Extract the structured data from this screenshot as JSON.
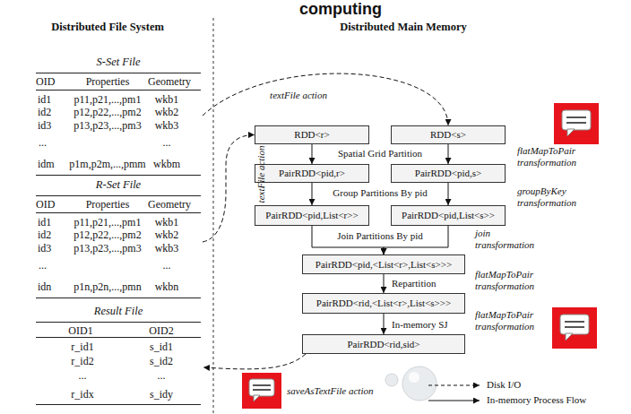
{
  "diagram": {
    "title": "computing",
    "nodes": [
      {
        "text": [
          "S-Set File",
          "OID",
          "Properties",
          "Geometry",
          "id1",
          "p11,p21,...,pm1",
          "wkb1",
          "id2",
          "p12,p22,...,pm2",
          "wkb2",
          "id3",
          "p13,p23,...,pm3",
          "wkb3",
          "...",
          "...",
          "idm",
          "p1m,p2m,...,pmm",
          "wkbm"
        ]
      },
      {
        "text": [
          "R-Set File",
          "OID",
          "Properties",
          "Geometry",
          "id1",
          "p11,p21,...,pm1",
          "wkb1",
          "id2",
          "p12,p22,...,pm2",
          "wkb2",
          "id3",
          "p13,p23,...,pm3",
          "wkb3",
          "...",
          "...",
          "idn",
          "p1n,p2n,...,pmn",
          "wkbn"
        ]
      },
      {
        "text": [
          "Result File",
          "OID1",
          "OID2",
          "r_id1",
          "s_id1",
          "r_id2",
          "s_id2",
          "...",
          "...",
          "r_idx",
          "s_idy"
        ]
      },
      {
        "text": [
          "RDD<r>"
        ]
      },
      {
        "text": [
          "RDD<s>"
        ]
      },
      {
        "text": [
          "PairRDD<pid,r>"
        ]
      },
      {
        "text": [
          "PairRDD<pid,s>"
        ]
      },
      {
        "text": [
          "PairRDD<pid,List<r>>"
        ]
      },
      {
        "text": [
          "PairRDD<pid,List<s>>"
        ]
      },
      {
        "text": [
          "PairRDD<pid,<List<r>,List<s>>>"
        ]
      },
      {
        "text": [
          "PairRDD<rid,<List<r>,List<s>>>"
        ]
      },
      {
        "text": [
          "PairRDD<rid,sid>"
        ]
      }
    ],
    "edges": [
      {
        "from": 0,
        "to": 4,
        "arrow": "to",
        "label": "textFile action"
      },
      {
        "from": 1,
        "to": 3,
        "arrow": "to",
        "label": "textFile action"
      },
      {
        "from": 3,
        "to": 5,
        "arrow": "to"
      },
      {
        "from": 4,
        "to": 6,
        "arrow": "to"
      },
      {
        "from": 5,
        "to": 7,
        "arrow": "to"
      },
      {
        "from": 6,
        "to": 8,
        "arrow": "to"
      },
      {
        "from": 7,
        "to": 9,
        "arrow": "to"
      },
      {
        "from": 8,
        "to": 9,
        "arrow": "to"
      },
      {
        "from": 9,
        "to": 10,
        "arrow": "to",
        "label": "Repartition"
      },
      {
        "from": 10,
        "to": 11,
        "arrow": "to",
        "label": "In-memory SJ"
      },
      {
        "from": 11,
        "to": 2,
        "arrow": "to",
        "label": "saveAsTextFile action"
      }
    ],
    "labels": [
      "Distributed File System",
      "Distributed Main Memory",
      "Spatial Grid Partition",
      "Group Partitions By pid",
      "Join Partitions By pid",
      "flatMapToPair transformation",
      "groupByKey transformation",
      "join transformation",
      "flatMapToPair transformation",
      "flatMapToPair transformation"
    ],
    "legend": [
      {
        "text": "Disk I/O"
      },
      {
        "text": "In-memory Process Flow"
      }
    ]
  }
}
